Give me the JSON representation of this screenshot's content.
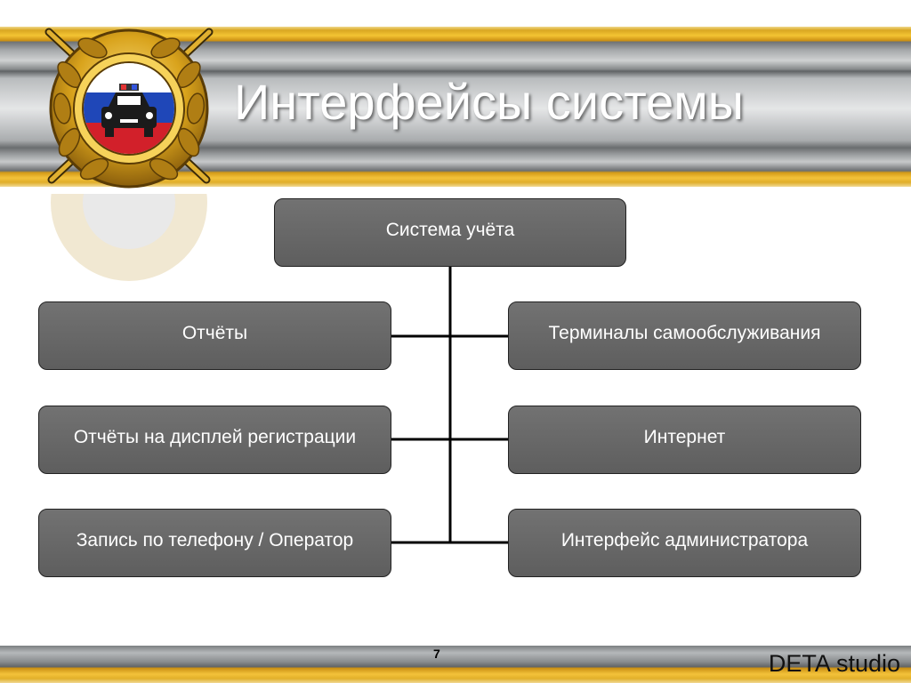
{
  "slide": {
    "title": "Интерфейсы системы",
    "page_number": "7",
    "brand": "DETA studio"
  },
  "diagram": {
    "root": "Система учёта",
    "left": [
      "Отчёты",
      "Отчёты на дисплей регистрации",
      "Запись по телефону / Оператор"
    ],
    "right": [
      "Терминалы самообслуживания",
      "Интернет",
      "Интерфейс администратора"
    ]
  },
  "colors": {
    "node_fill": "#676767",
    "node_border": "#222222",
    "connector": "#000000",
    "gold": "#f3c23a",
    "band_gray": "#a9acae"
  },
  "icons": [
    "emblem-icon"
  ]
}
